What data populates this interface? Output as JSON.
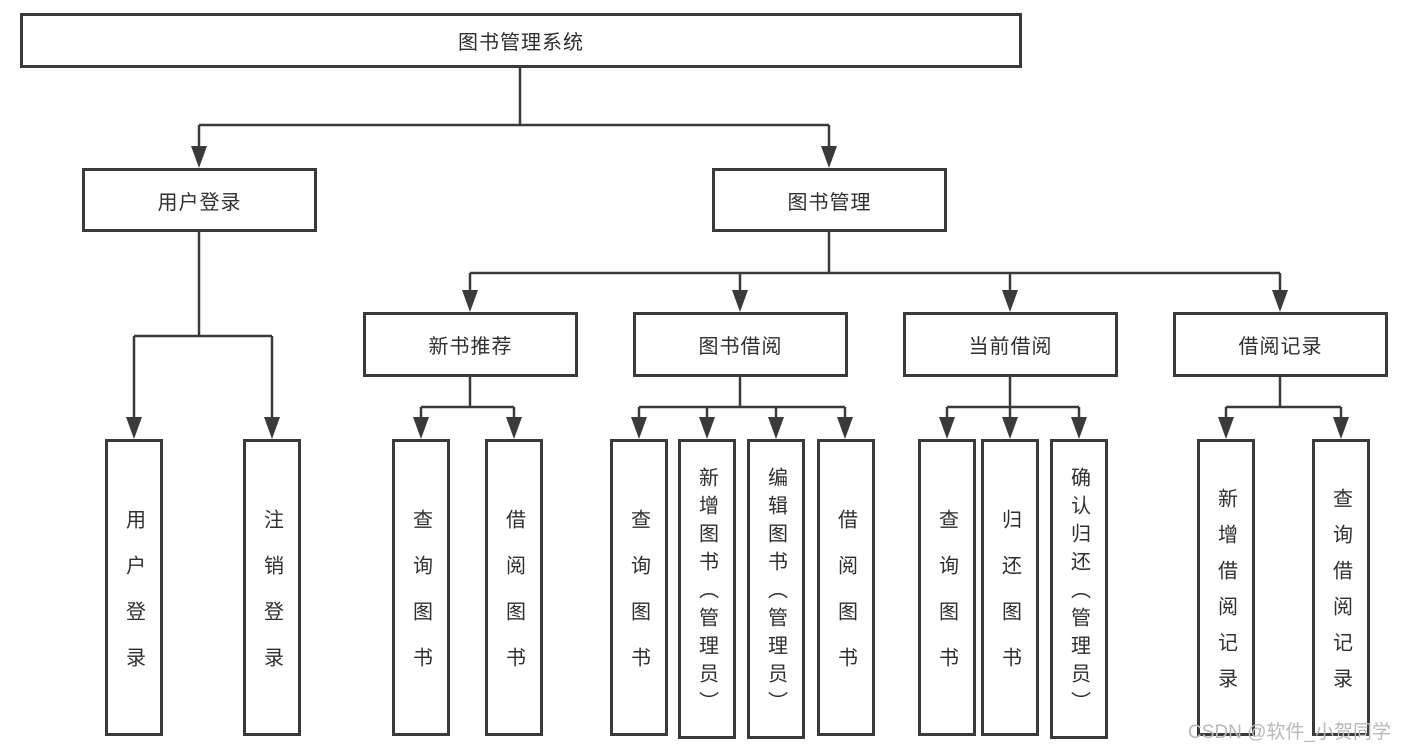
{
  "diagram": {
    "title": "图书管理系统",
    "nodes": [
      {
        "id": "root",
        "label": "图书管理系统"
      },
      {
        "id": "user-login",
        "label": "用户登录"
      },
      {
        "id": "book-mgmt",
        "label": "图书管理"
      },
      {
        "id": "new-book-rec",
        "label": "新书推荐"
      },
      {
        "id": "book-borrow",
        "label": "图书借阅"
      },
      {
        "id": "current-borrow",
        "label": "当前借阅"
      },
      {
        "id": "borrow-records",
        "label": "借阅记录"
      },
      {
        "id": "leaf-user-login",
        "label": "用户登录"
      },
      {
        "id": "leaf-logout",
        "label": "注销登录"
      },
      {
        "id": "leaf-query-books-a",
        "label": "查询图书"
      },
      {
        "id": "leaf-borrow-books-a",
        "label": "借阅图书"
      },
      {
        "id": "leaf-query-books-b",
        "label": "查询图书"
      },
      {
        "id": "leaf-add-books-admin",
        "label": "新增图书（管理员）"
      },
      {
        "id": "leaf-edit-books-admin",
        "label": "编辑图书（管理员）"
      },
      {
        "id": "leaf-borrow-books-b",
        "label": "借阅图书"
      },
      {
        "id": "leaf-query-books-c",
        "label": "查询图书"
      },
      {
        "id": "leaf-return-books",
        "label": "归还图书"
      },
      {
        "id": "leaf-confirm-return-admin",
        "label": "确认归还（管理员）"
      },
      {
        "id": "leaf-add-borrow-record",
        "label": "新增借阅记录"
      },
      {
        "id": "leaf-query-borrow-record",
        "label": "查询借阅记录"
      }
    ]
  },
  "watermark": {
    "text": "CSDN @软件_小贺同学"
  },
  "colors": {
    "line": "#3a3a3a",
    "text": "#2f2f2f",
    "background": "#ffffff",
    "watermark": "#b9b9b9"
  }
}
